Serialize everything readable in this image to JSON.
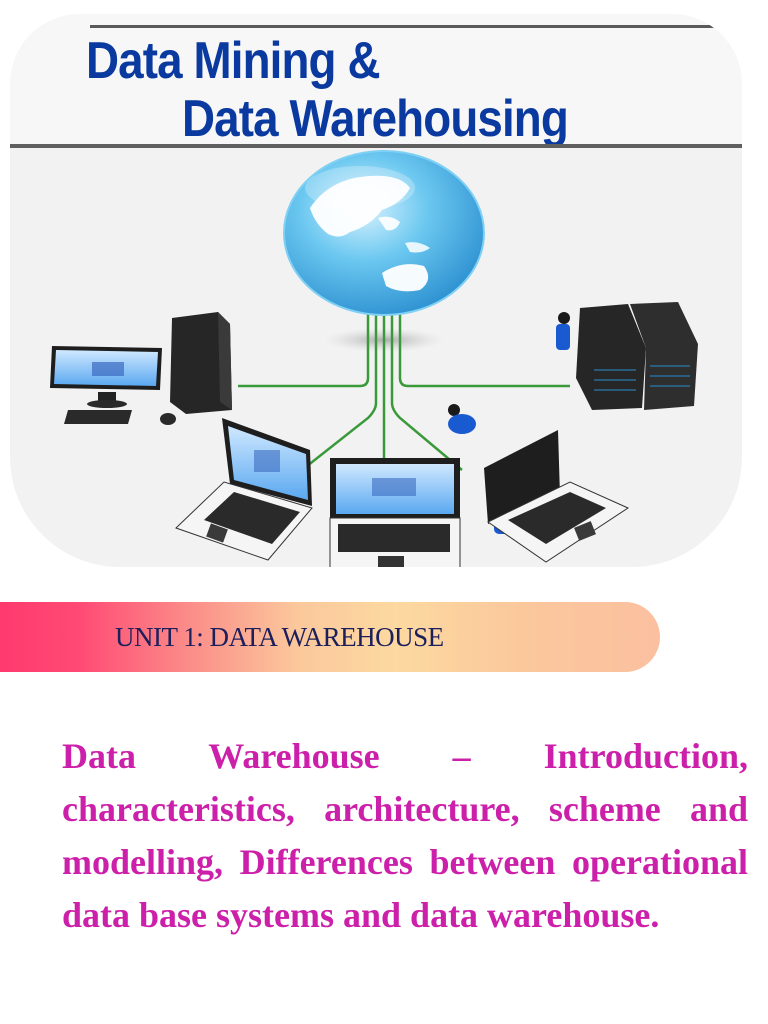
{
  "header": {
    "title_line1": "Data Mining &",
    "title_line2": "Data Warehousing"
  },
  "illustration": {
    "description": "Network diagram: globe connected by green cables to desktop computer, servers, and laptops with technicians",
    "colors": {
      "title_blue": "#0a3aa0",
      "cable_green": "#3a9a3a",
      "globe_blue": "#5cc2ee",
      "device_dark": "#2a2a2a",
      "technician_blue": "#1a5ad0"
    }
  },
  "banner": {
    "label": "UNIT 1: DATA WAREHOUSE"
  },
  "content": {
    "paragraph": "Data Warehouse – Introduction, characteristics, architecture, scheme and modelling, Differences between operational data base systems and data warehouse.",
    "text_color": "#cc20aa"
  }
}
